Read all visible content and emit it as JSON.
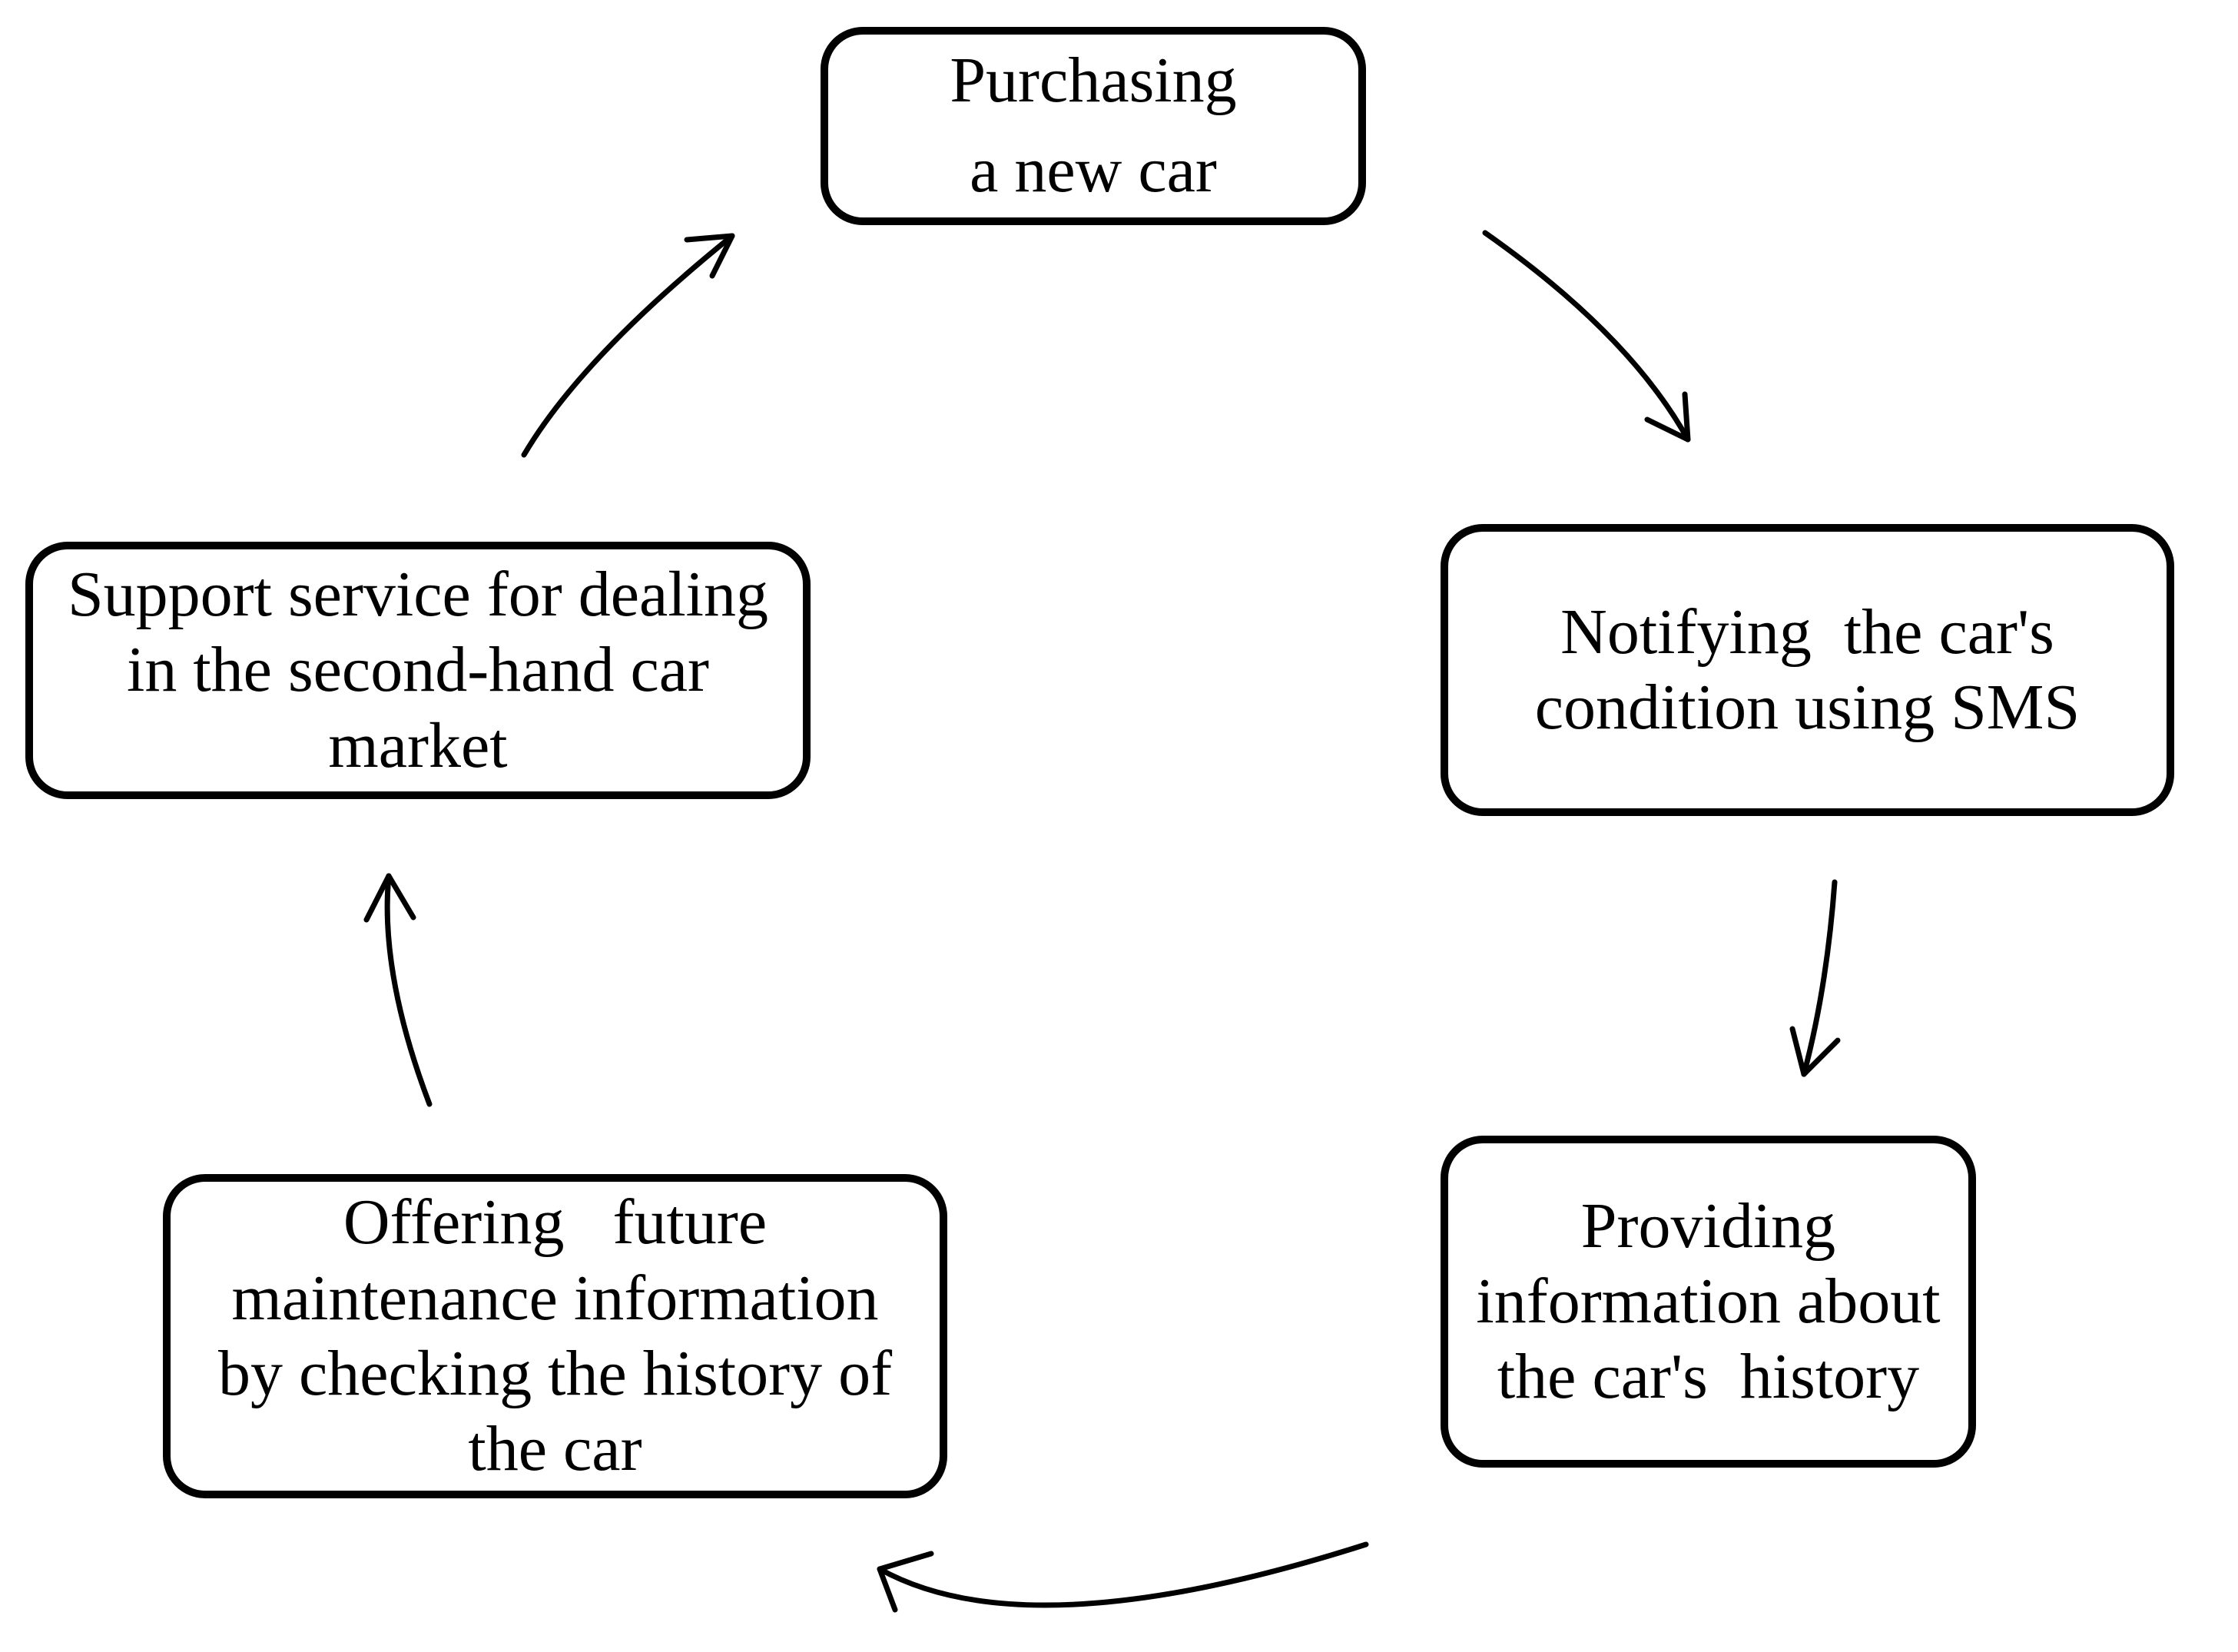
{
  "diagram": {
    "type": "cycle",
    "background_color": "#ffffff",
    "line_color": "#000000",
    "nodes": [
      {
        "id": "purchasing",
        "text": "Purchasing\na new car"
      },
      {
        "id": "notifying",
        "text": "Notifying  the car's\ncondition using SMS"
      },
      {
        "id": "providing",
        "text": "Providing\ninformation about\nthe car's  history"
      },
      {
        "id": "offering",
        "text": "Offering   future\nmaintenance information\nby checking the history of\nthe car"
      },
      {
        "id": "support",
        "text": "Support service for dealing\nin the second-hand car\nmarket"
      }
    ],
    "arrows": [
      {
        "from": "purchasing",
        "to": "notifying"
      },
      {
        "from": "notifying",
        "to": "providing"
      },
      {
        "from": "providing",
        "to": "offering"
      },
      {
        "from": "offering",
        "to": "support"
      },
      {
        "from": "support",
        "to": "purchasing"
      }
    ]
  }
}
